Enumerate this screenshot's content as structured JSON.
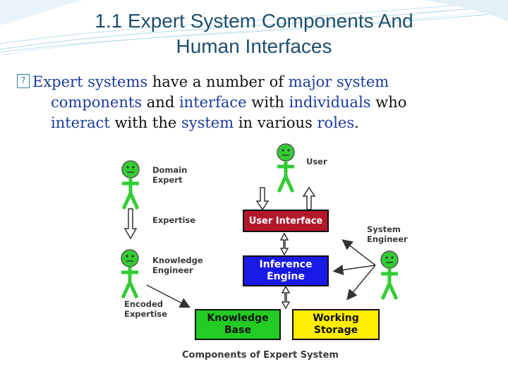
{
  "slide": {
    "title_line1": "1.1 Expert System Components And",
    "title_line2": "Human Interfaces",
    "bullet_icon": "square-bullet-icon",
    "bullet_segments": [
      {
        "text": "Expert systems",
        "highlight": true
      },
      {
        "text": " have a number of ",
        "highlight": false
      },
      {
        "text": "major system components",
        "highlight": true
      },
      {
        "text": " and ",
        "highlight": false
      },
      {
        "text": "interface",
        "highlight": true
      },
      {
        "text": " with ",
        "highlight": false
      },
      {
        "text": "individuals",
        "highlight": true
      },
      {
        "text": " who ",
        "highlight": false
      },
      {
        "text": "interact",
        "highlight": true
      },
      {
        "text": " with the ",
        "highlight": false
      },
      {
        "text": "system",
        "highlight": true
      },
      {
        "text": " in various ",
        "highlight": false
      },
      {
        "text": "roles",
        "highlight": true
      },
      {
        "text": ".",
        "highlight": false
      }
    ]
  },
  "diagram": {
    "actors": {
      "domain_expert": "Domain\nExpert",
      "user": "User",
      "system_engineer": "System\nEngineer",
      "knowledge_engineer": "Knowledge\nEngineer"
    },
    "flows": {
      "expertise": "Expertise",
      "encoded_expertise": "Encoded\nExpertise"
    },
    "components": {
      "user_interface": "User Interface",
      "inference_engine": "Inference\nEngine",
      "knowledge_base": "Knowledge\nBase",
      "working_storage": "Working\nStorage"
    },
    "caption": "Components of Expert System"
  },
  "colors": {
    "title": "#1f4e6e",
    "highlight_text": "#1a3b9c",
    "actor": "#22cc22",
    "user_interface_box": "#b3182a",
    "inference_engine_box": "#1a1ae6",
    "knowledge_base_box": "#22cc22",
    "working_storage_box": "#ffee00"
  }
}
